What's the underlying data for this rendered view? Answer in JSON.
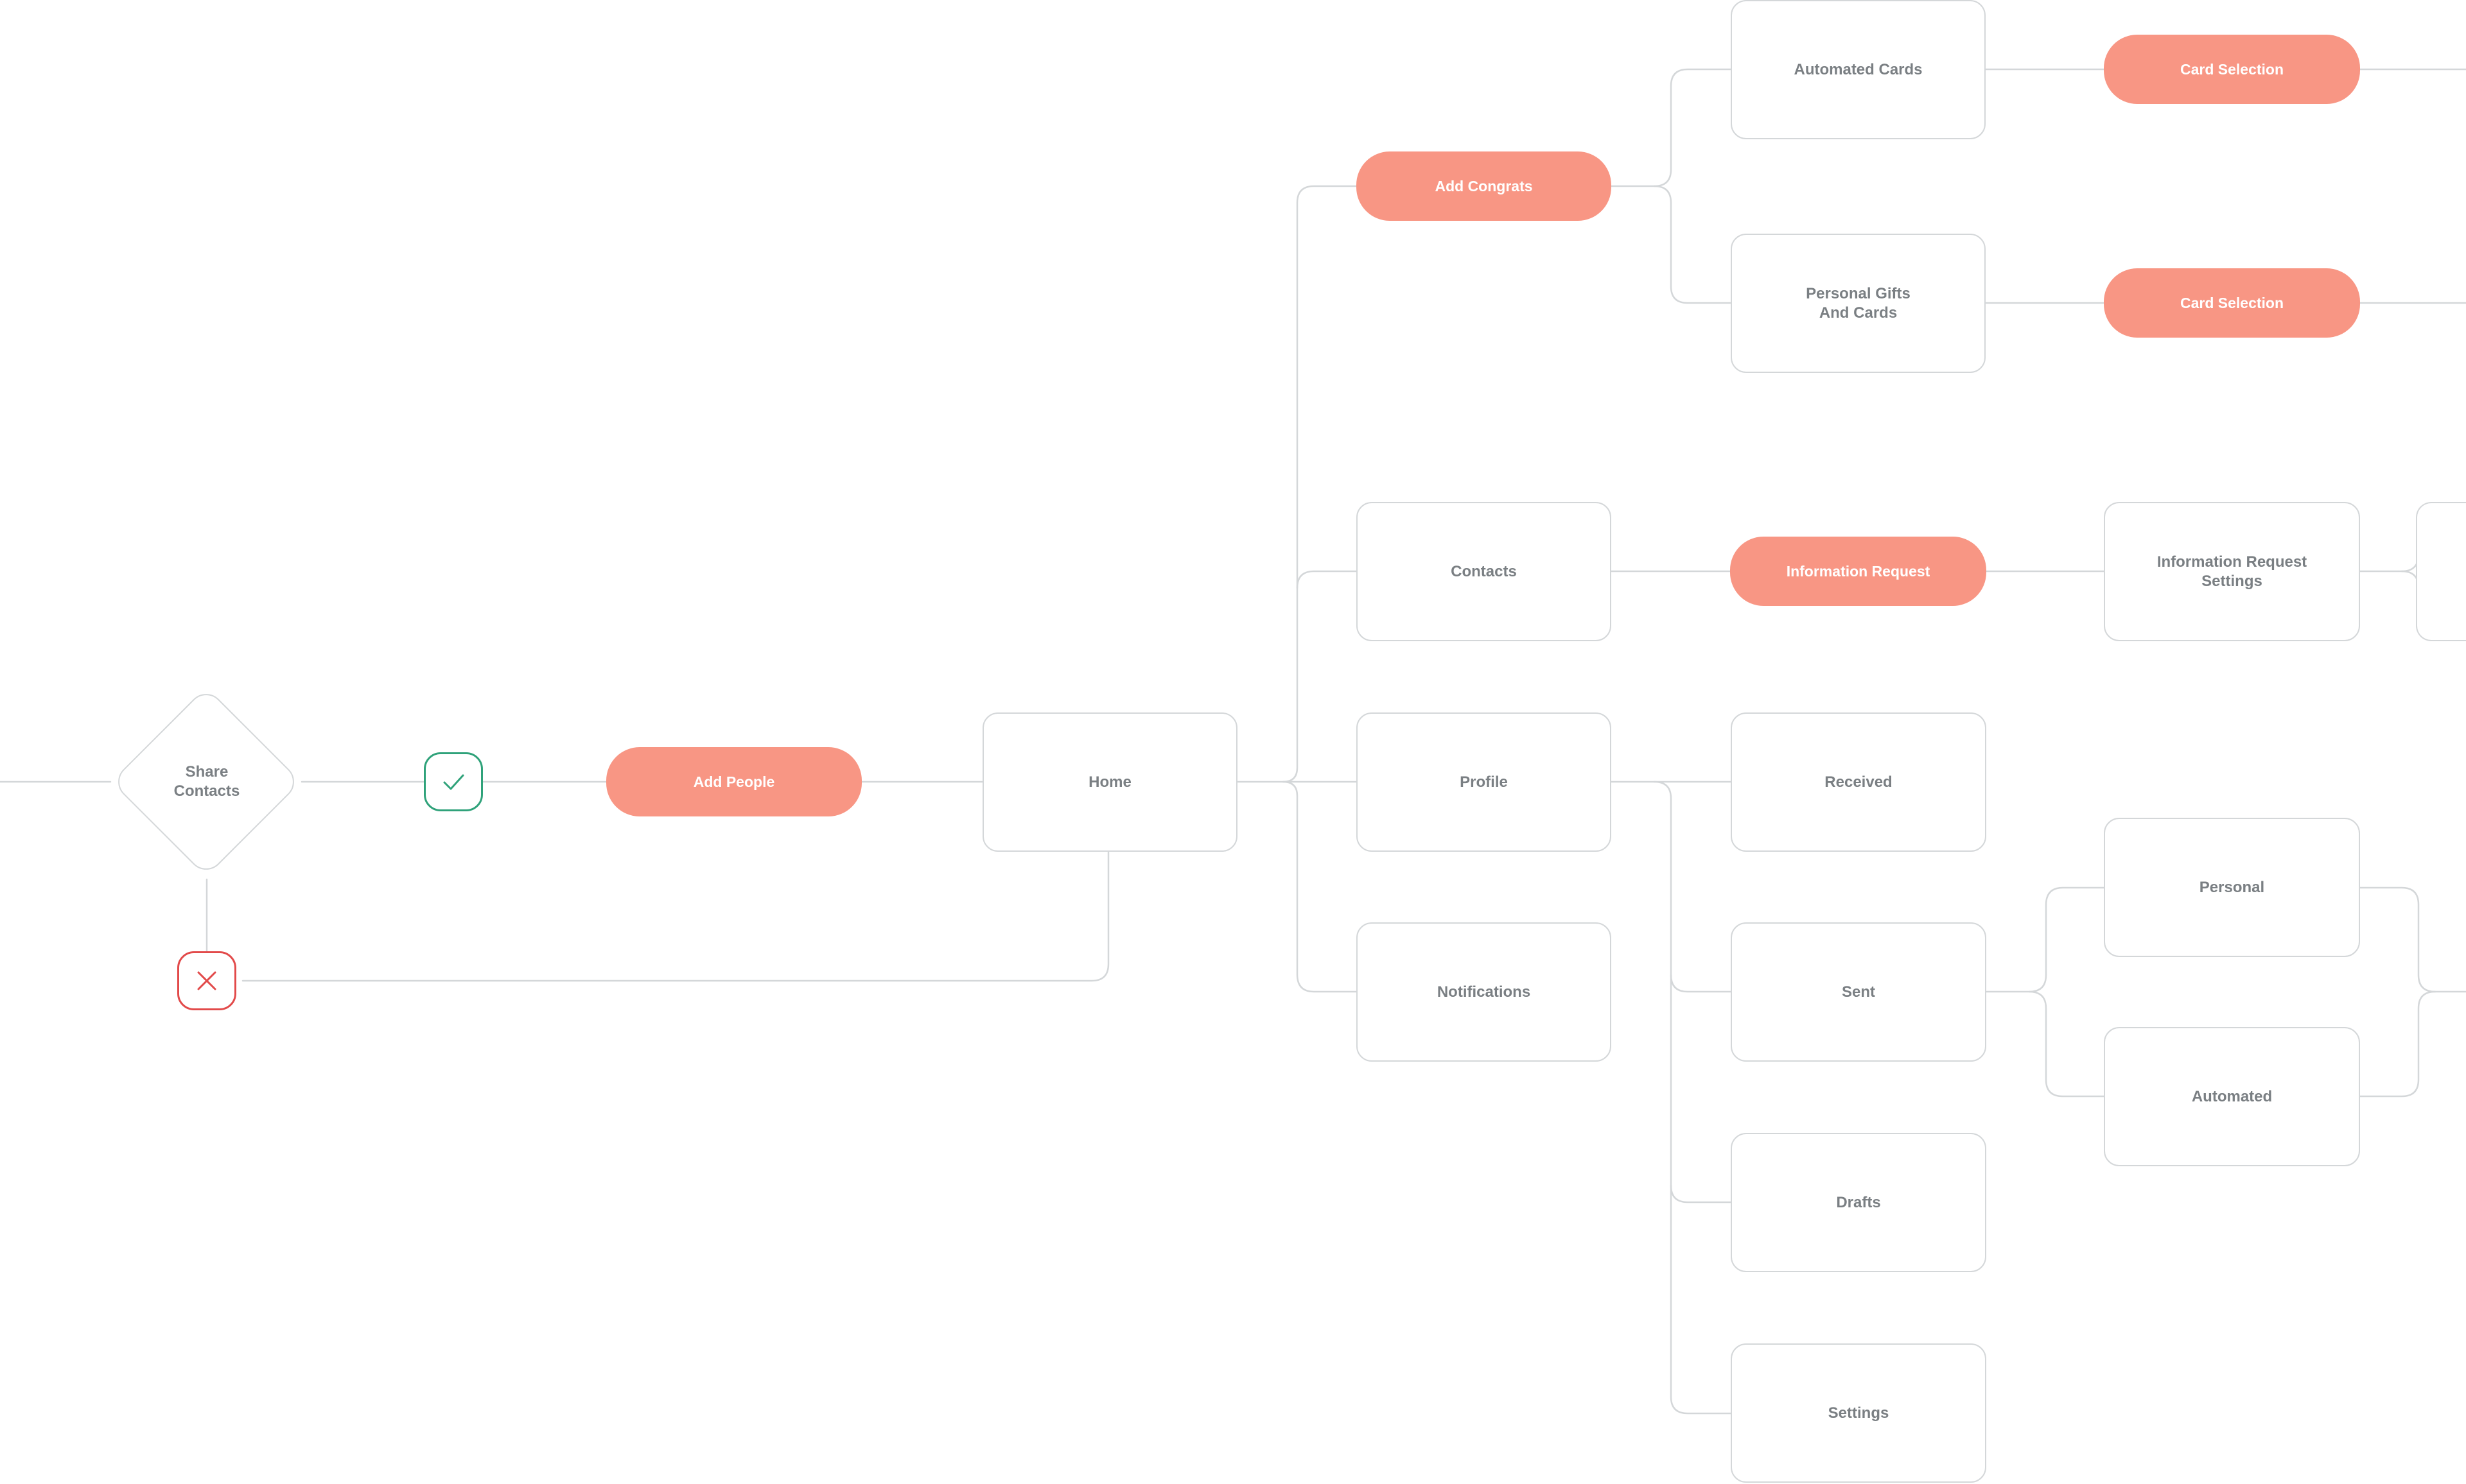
{
  "colors": {
    "line": "#d4d7d9",
    "box_border": "#d4d7d9",
    "box_text": "#7a7f83",
    "accent": "#f89684",
    "accent_text": "#ffffff",
    "success": "#2fa27a",
    "error": "#e24a4a"
  },
  "nodes": {
    "share_contacts": "Share\nContacts",
    "add_people": "Add People",
    "home": "Home",
    "add_congrats": "Add Congrats",
    "contacts": "Contacts",
    "profile": "Profile",
    "notifications": "Notifications",
    "automated_cards": "Automated Cards",
    "personal_gifts_and_cards": "Personal Gifts\nAnd Cards",
    "card_selection_1": "Card Selection",
    "card_selection_2": "Card Selection",
    "information_request": "Information Request",
    "information_request_settings": "Information Request\nSettings",
    "received": "Received",
    "sent": "Sent",
    "drafts": "Drafts",
    "settings": "Settings",
    "personal": "Personal",
    "automated": "Automated"
  },
  "icons": {
    "approve": "check-icon",
    "reject": "close-icon"
  }
}
